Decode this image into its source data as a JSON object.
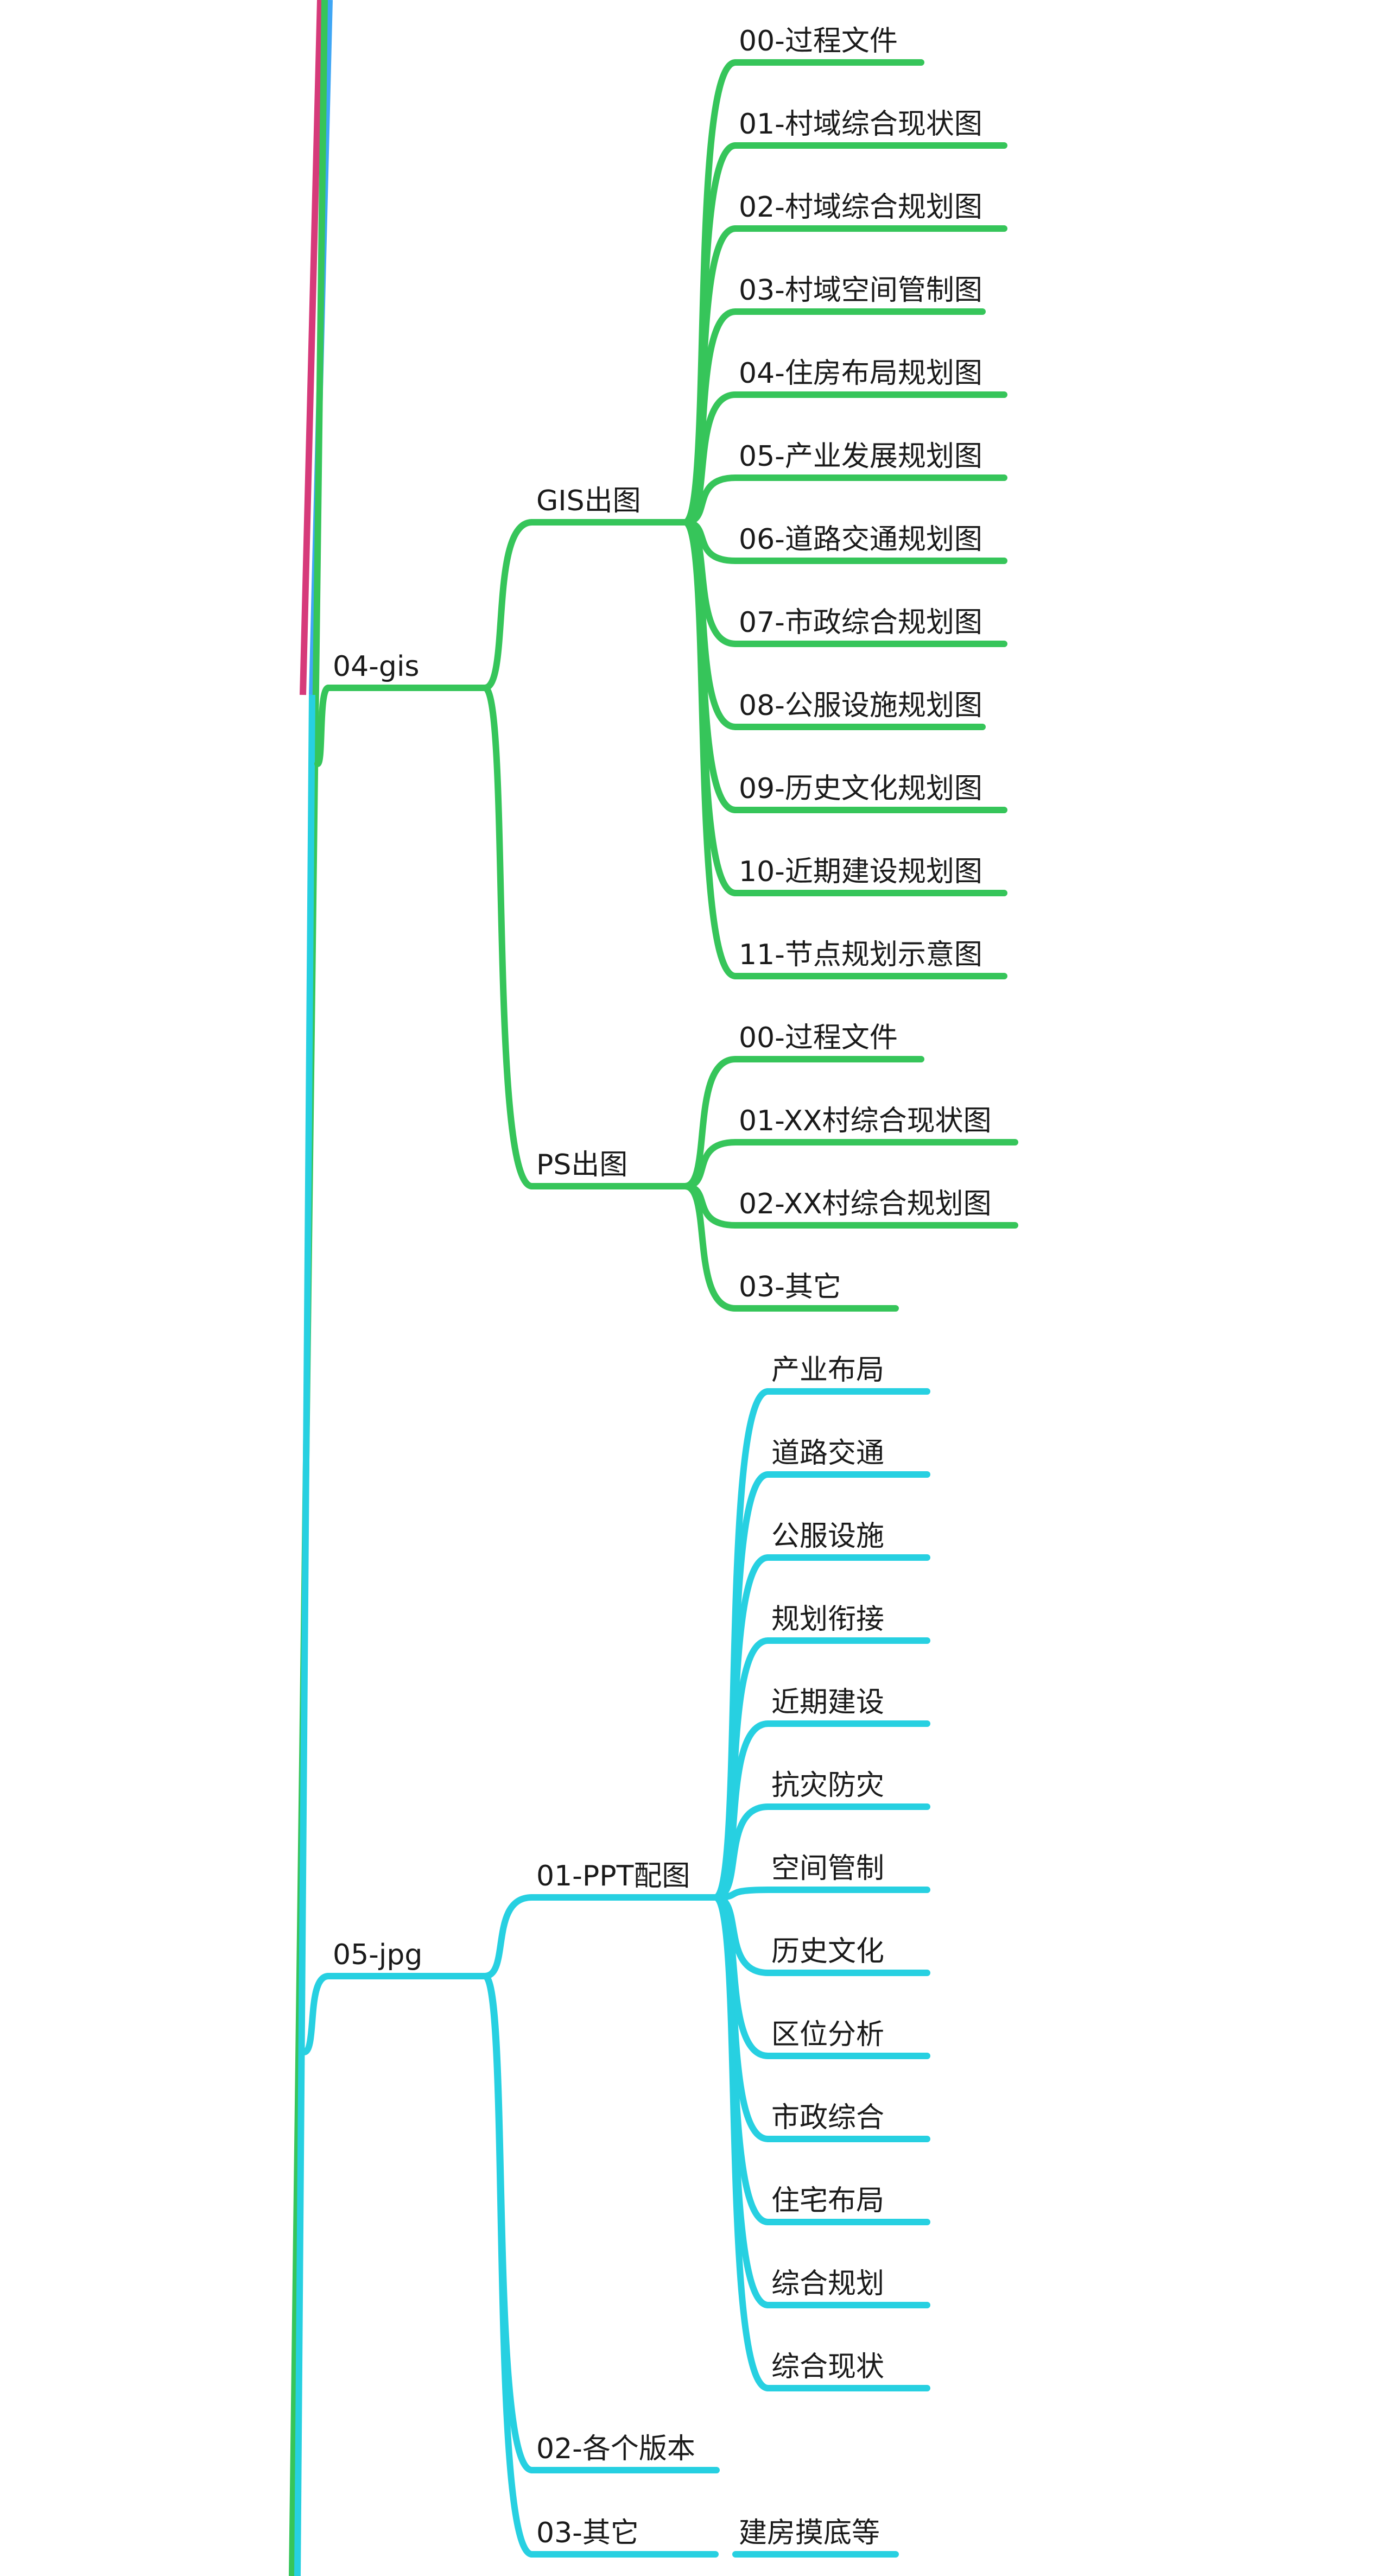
{
  "colors": {
    "gis_branch": "#36C55A",
    "jpg_branch": "#27D0E1",
    "trunk_magenta": "#D63A7A",
    "trunk_blue": "#3FA6F5",
    "text": "#1a1a1a",
    "background": "#FFFFFF"
  },
  "branches": [
    {
      "label": "04-gis",
      "children": [
        {
          "label": "GIS出图",
          "children": [
            "00-过程文件",
            "01-村域综合现状图",
            "02-村域综合规划图",
            "03-村域空间管制图",
            "04-住房布局规划图",
            "05-产业发展规划图",
            "06-道路交通规划图",
            "07-市政综合规划图",
            "08-公服设施规划图",
            "09-历史文化规划图",
            "10-近期建设规划图",
            "11-节点规划示意图"
          ]
        },
        {
          "label": "PS出图",
          "children": [
            "00-过程文件",
            "01-XX村综合现状图",
            "02-XX村综合规划图",
            "03-其它"
          ]
        }
      ]
    },
    {
      "label": "05-jpg",
      "children": [
        {
          "label": "01-PPT配图",
          "children": [
            "产业布局",
            "道路交通",
            "公服设施",
            "规划衔接",
            "近期建设",
            "抗灾防灾",
            "空间管制",
            "历史文化",
            "区位分析",
            "市政综合",
            "住宅布局",
            "综合规划",
            "综合现状"
          ]
        },
        {
          "label": "02-各个版本",
          "children": []
        },
        {
          "label": "03-其它",
          "children": [
            "建房摸底等"
          ]
        }
      ]
    }
  ]
}
